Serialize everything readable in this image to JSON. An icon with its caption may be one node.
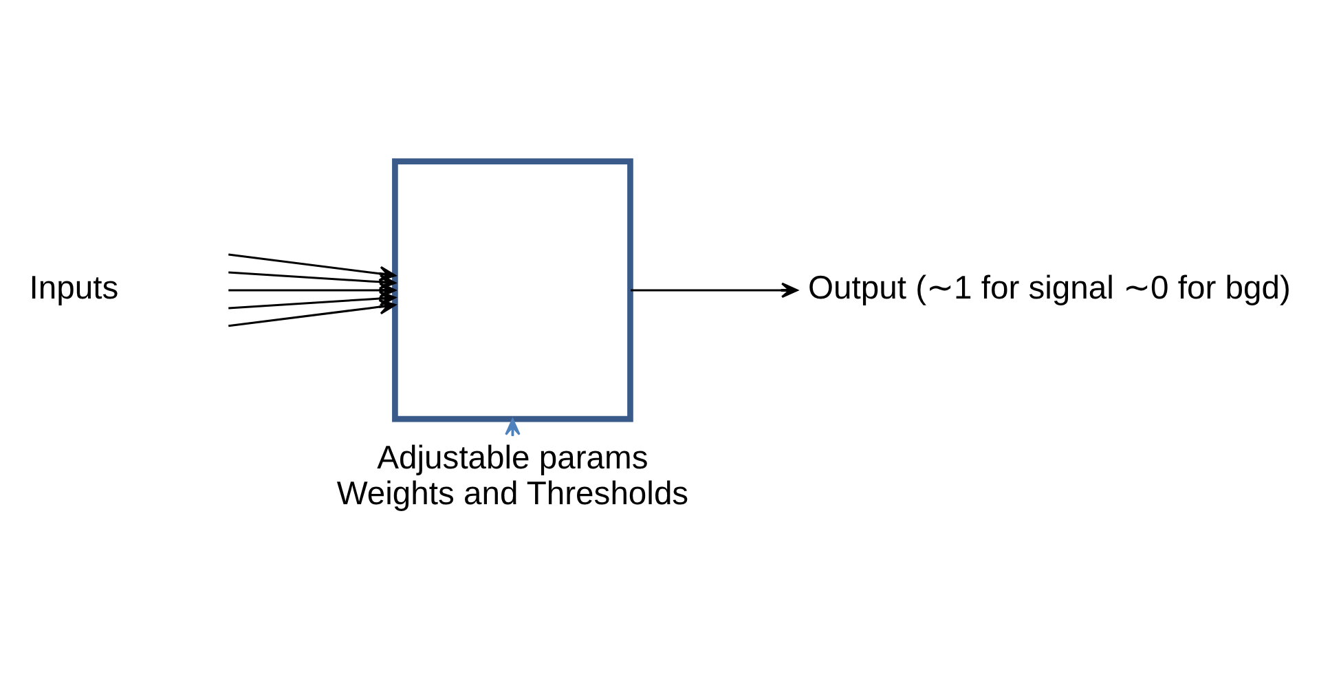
{
  "diagram": {
    "nodes": [
      {
        "text": [],
        "shape": "box"
      },
      {
        "text": [
          "Output (∼1 for signal ∼0 for bgd)"
        ]
      },
      {
        "text": [
          "Adjustable params",
          "Weights and Thresholds"
        ]
      }
    ],
    "edges": [
      {
        "from": null,
        "to": 0,
        "arrow": "to"
      },
      {
        "from": null,
        "to": 0,
        "arrow": "to"
      },
      {
        "from": null,
        "to": 0,
        "arrow": "to"
      },
      {
        "from": null,
        "to": 0,
        "arrow": "to"
      },
      {
        "from": null,
        "to": 0,
        "arrow": "to"
      },
      {
        "from": 0,
        "to": 1,
        "arrow": "to"
      },
      {
        "from": 2,
        "to": 0,
        "arrow": "to",
        "color": "#4f81bd"
      }
    ],
    "labels": [
      "Inputs"
    ]
  }
}
